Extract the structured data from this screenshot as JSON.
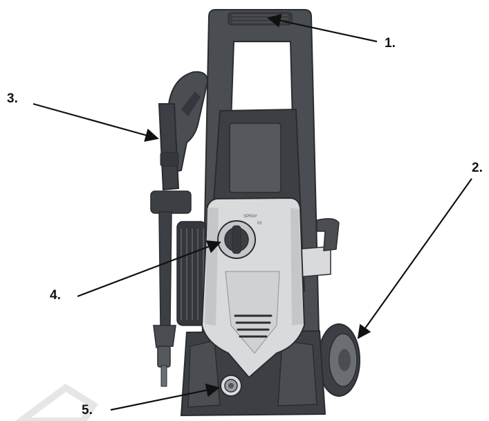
{
  "callouts": [
    {
      "id": "1",
      "label": "1."
    },
    {
      "id": "2",
      "label": "2."
    },
    {
      "id": "3",
      "label": "3."
    },
    {
      "id": "4",
      "label": "4."
    },
    {
      "id": "5",
      "label": "5."
    }
  ],
  "machine": {
    "dial_text_top": "SPRAY",
    "dial_text_right": "0/I"
  },
  "colors": {
    "dark_plastic": "#4a4d52",
    "darker_plastic": "#34373b",
    "light_body": "#d9dadc",
    "light_body_shade": "#c4c6c9",
    "outline": "#2a2c2f",
    "label": "#111111",
    "watermark": "#e3e3e3"
  }
}
